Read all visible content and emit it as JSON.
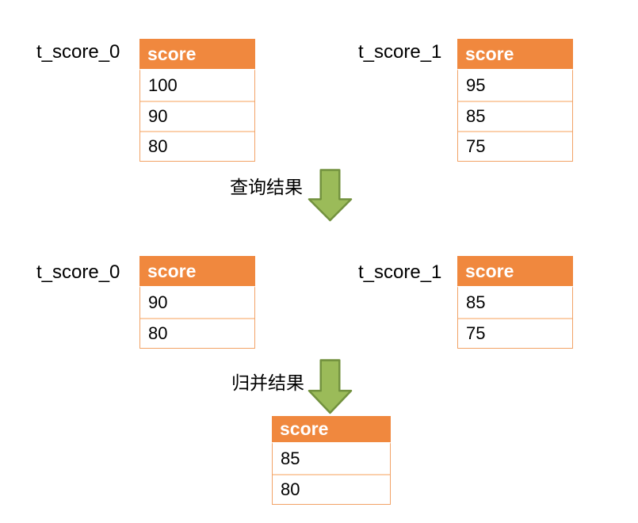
{
  "diagram": {
    "top": {
      "tables": [
        {
          "label": "t_score_0",
          "header": "score",
          "rows": [
            "100",
            "90",
            "80"
          ]
        },
        {
          "label": "t_score_1",
          "header": "score",
          "rows": [
            "95",
            "85",
            "75"
          ]
        }
      ]
    },
    "step1_label": "查询结果",
    "middle": {
      "tables": [
        {
          "label": "t_score_0",
          "header": "score",
          "rows": [
            "90",
            "80"
          ]
        },
        {
          "label": "t_score_1",
          "header": "score",
          "rows": [
            "85",
            "75"
          ]
        }
      ]
    },
    "step2_label": "归并结果",
    "result": {
      "header": "score",
      "rows": [
        "85",
        "80"
      ]
    }
  },
  "icons": {
    "arrow1": "down-arrow-icon",
    "arrow2": "down-arrow-icon"
  },
  "colors": {
    "header_bg": "#F0883E",
    "header_text": "#FFFFFF",
    "border_outer": "#F2A266",
    "border_inner": "#FBD0AC",
    "arrow_fill": "#9BBB59",
    "arrow_stroke": "#72913E",
    "label_text": "#000000",
    "cell_text": "#000000",
    "background": "#FFFFFF"
  }
}
